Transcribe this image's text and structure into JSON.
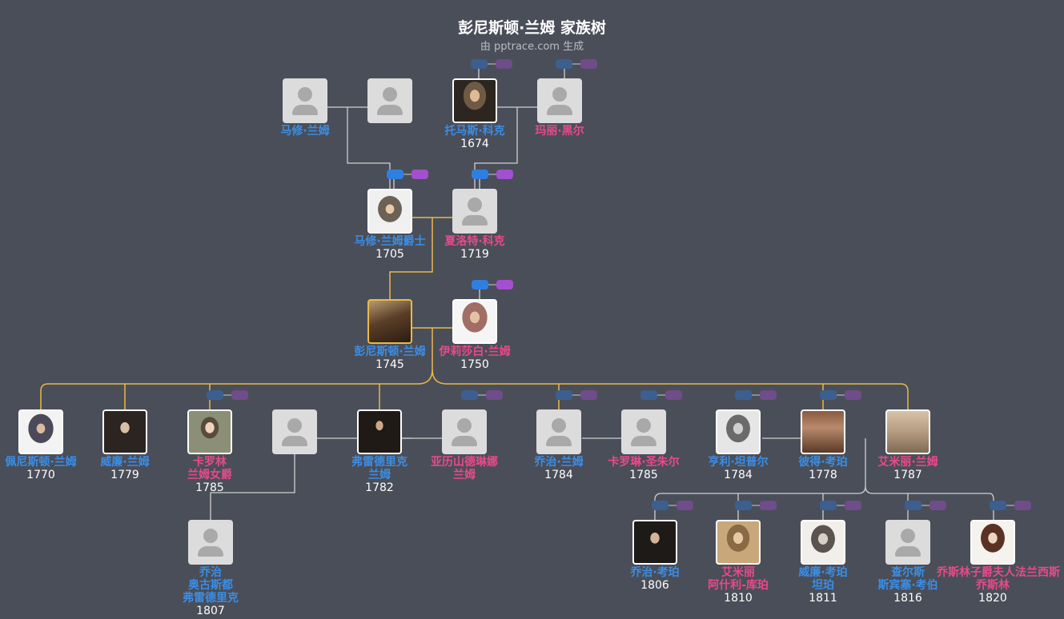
{
  "header": {
    "title": "彭尼斯顿·兰姆 家族树",
    "subtitle": "由 pptrace.com 生成"
  },
  "colors": {
    "background": "#4a4e58",
    "male": "#3a8ee6",
    "female": "#e84a8a",
    "line_default": "#d0d0d0",
    "line_highlight": "#e9b949"
  },
  "people": [
    {
      "id": "mathew_lamb",
      "name": [
        "马修·兰姆"
      ],
      "year": "",
      "gender": "m",
      "photo": false
    },
    {
      "id": "spouse_unknown",
      "name": [],
      "year": "",
      "gender": "f",
      "photo": false
    },
    {
      "id": "thomas_coke",
      "name": [
        "托马斯·科克"
      ],
      "year": "1674",
      "gender": "m",
      "photo": true
    },
    {
      "id": "mary_hale",
      "name": [
        "玛丽·黑尔"
      ],
      "year": "",
      "gender": "f",
      "photo": false
    },
    {
      "id": "sir_matthew",
      "name": [
        "马修·兰姆爵士"
      ],
      "year": "1705",
      "gender": "m",
      "photo": true
    },
    {
      "id": "charlotte_coke",
      "name": [
        "夏洛特·科克"
      ],
      "year": "1719",
      "gender": "f",
      "photo": false
    },
    {
      "id": "peniston",
      "name": [
        "彭尼斯顿·兰姆"
      ],
      "year": "1745",
      "gender": "m",
      "photo": true
    },
    {
      "id": "elizabeth",
      "name": [
        "伊莉莎白·兰姆"
      ],
      "year": "1750",
      "gender": "f",
      "photo": true
    },
    {
      "id": "peniston_jr",
      "name": [
        "佩尼斯顿·兰姆"
      ],
      "year": "1770",
      "gender": "m",
      "photo": true
    },
    {
      "id": "william",
      "name": [
        "威廉·兰姆"
      ],
      "year": "1779",
      "gender": "m",
      "photo": true
    },
    {
      "id": "caroline",
      "name": [
        "卡罗林",
        "兰姆女爵"
      ],
      "year": "1785",
      "gender": "f",
      "photo": true
    },
    {
      "id": "caroline_sp",
      "name": [],
      "year": "",
      "gender": "m",
      "photo": false
    },
    {
      "id": "frederick",
      "name": [
        "弗雷德里克",
        "兰姆"
      ],
      "year": "1782",
      "gender": "m",
      "photo": true
    },
    {
      "id": "alexandrina",
      "name": [
        "亚历山德琳娜",
        "兰姆"
      ],
      "year": "",
      "gender": "f",
      "photo": false
    },
    {
      "id": "george",
      "name": [
        "乔治·兰姆"
      ],
      "year": "1784",
      "gender": "m",
      "photo": false
    },
    {
      "id": "caroline_st",
      "name": [
        "卡罗琳·圣朱尔"
      ],
      "year": "1785",
      "gender": "f",
      "photo": false
    },
    {
      "id": "henry_temple",
      "name": [
        "亨利·坦普尔"
      ],
      "year": "1784",
      "gender": "m",
      "photo": true
    },
    {
      "id": "peter_cowper",
      "name": [
        "彼得·考珀"
      ],
      "year": "1778",
      "gender": "m",
      "photo": true
    },
    {
      "id": "emily",
      "name": [
        "艾米丽·兰姆"
      ],
      "year": "1787",
      "gender": "f",
      "photo": true
    },
    {
      "id": "george_augustus",
      "name": [
        "乔治",
        "奥古斯都",
        "弗雷德里克"
      ],
      "year": "1807",
      "gender": "m",
      "photo": false
    },
    {
      "id": "george_cowper",
      "name": [
        "乔治·考珀"
      ],
      "year": "1806",
      "gender": "m",
      "photo": true
    },
    {
      "id": "emily_cooper",
      "name": [
        "艾米丽",
        "阿什利-库珀"
      ],
      "year": "1810",
      "gender": "f",
      "photo": true
    },
    {
      "id": "william_cowper",
      "name": [
        "威廉·考珀",
        "坦珀"
      ],
      "year": "1811",
      "gender": "m",
      "photo": true
    },
    {
      "id": "charles_cowper",
      "name": [
        "查尔斯",
        "斯宾塞·考伯"
      ],
      "year": "1816",
      "gender": "m",
      "photo": false
    },
    {
      "id": "frances",
      "name": [
        "乔斯林子爵夫人法兰西斯",
        "乔斯林"
      ],
      "year": "1820",
      "gender": "f",
      "photo": true
    }
  ]
}
